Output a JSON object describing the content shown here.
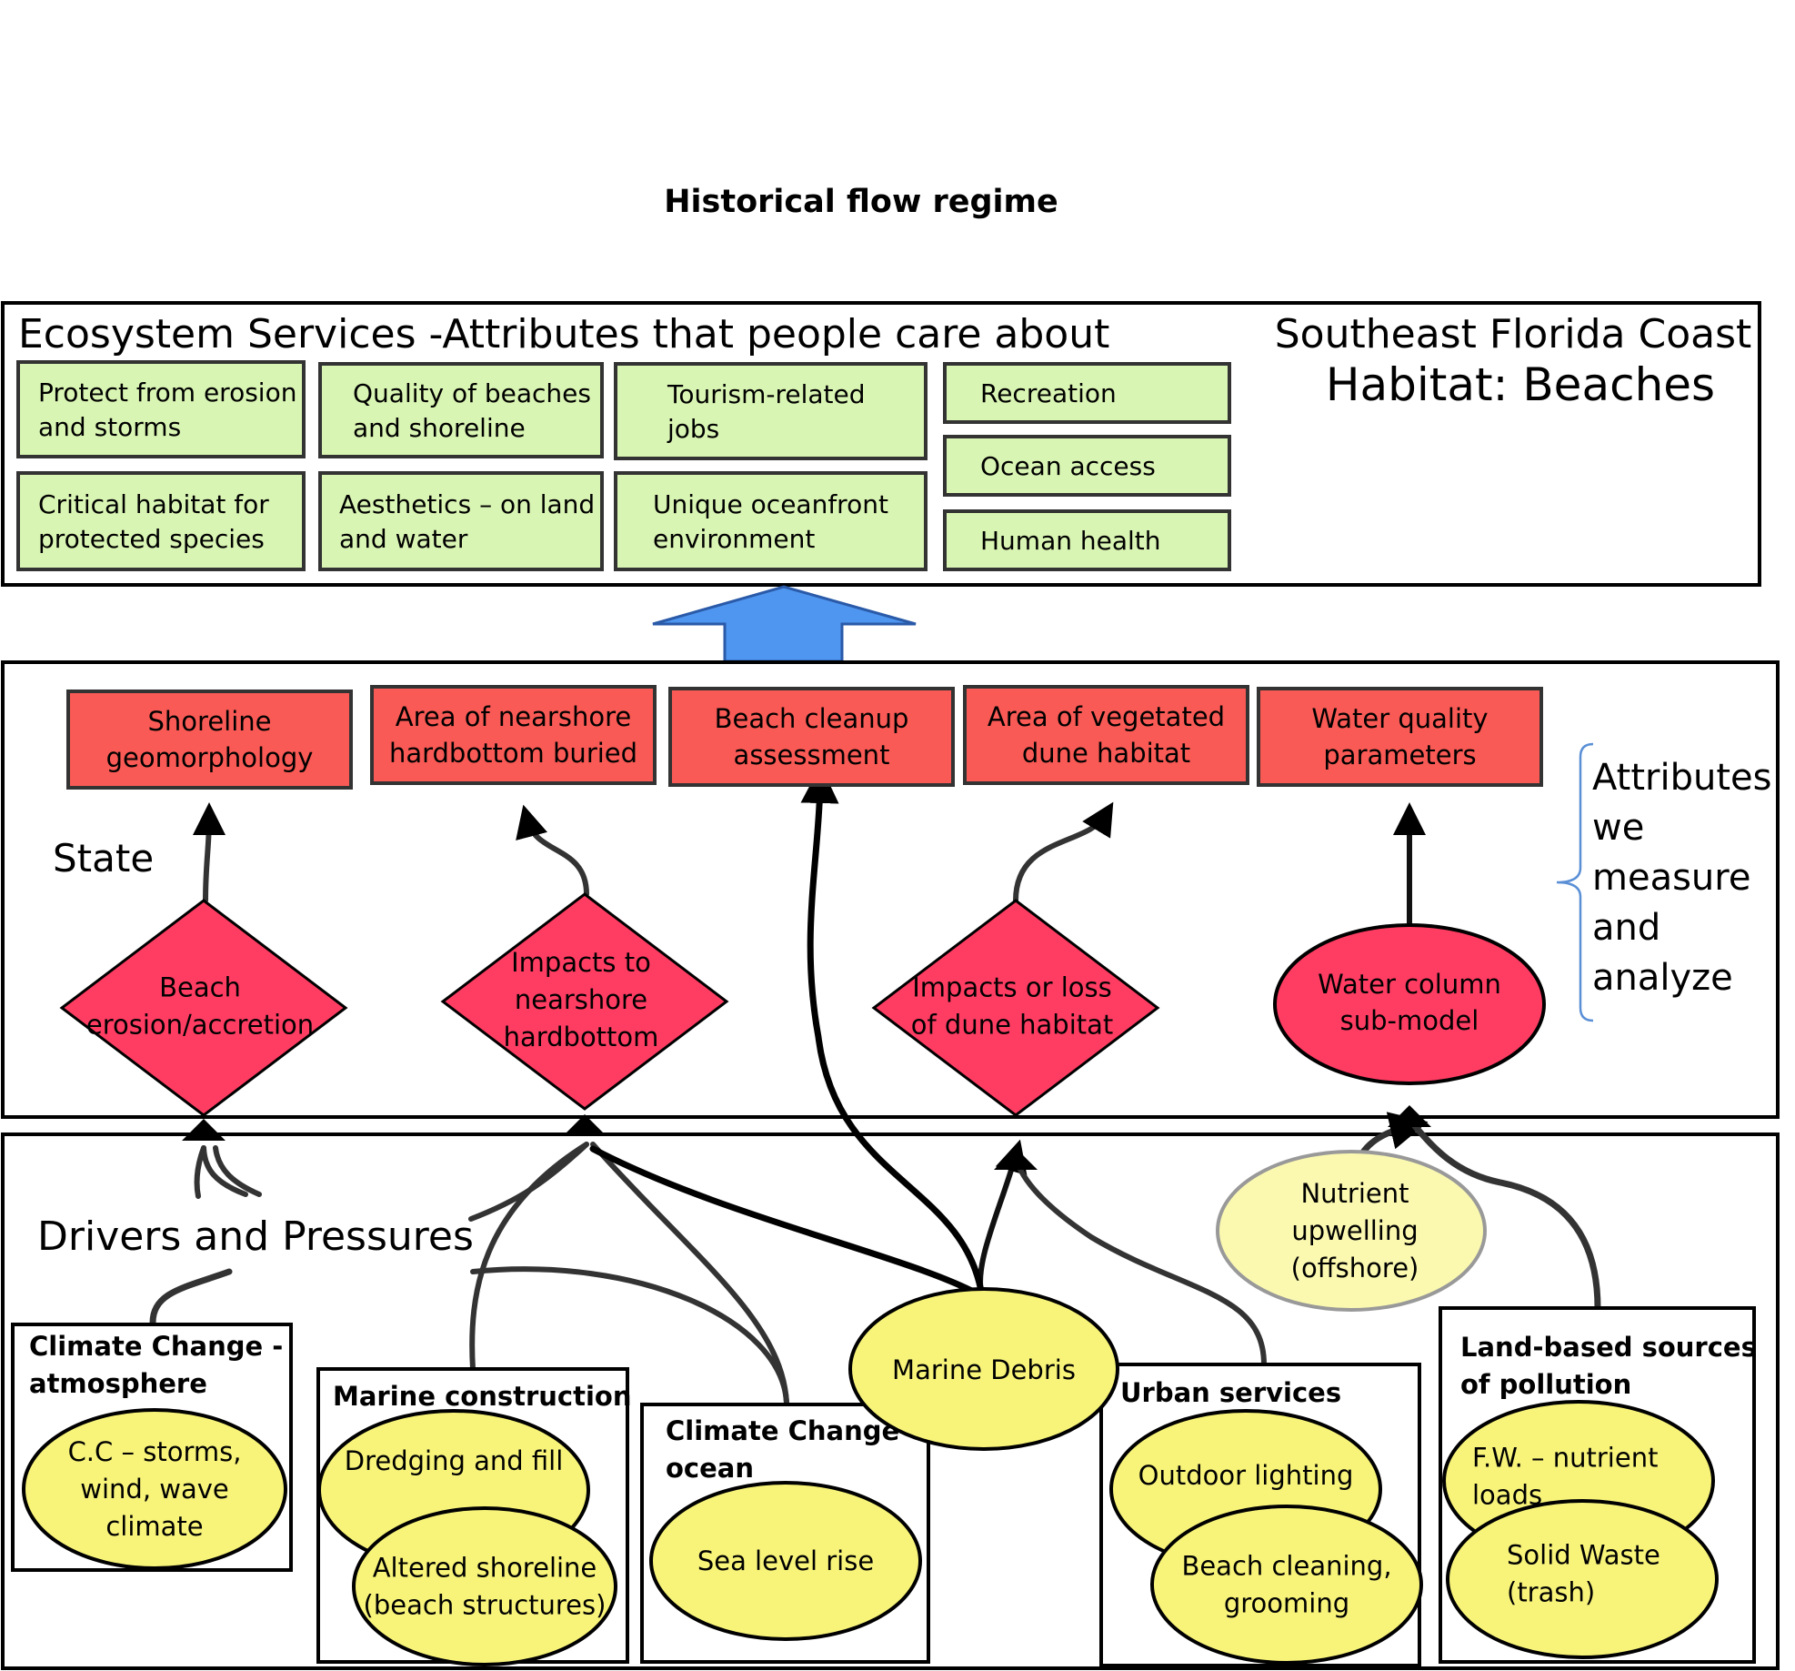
{
  "title": "Historical flow regime",
  "ecosystem": {
    "heading": "Ecosystem Services -Attributes that people care about",
    "region": "Southeast Florida Coast",
    "habitat": "Habitat: Beaches",
    "services": [
      [
        "Protect from erosion",
        "and storms"
      ],
      [
        "Quality of beaches",
        "and shoreline"
      ],
      [
        "Tourism-related",
        "jobs"
      ],
      [
        "Recreation"
      ],
      [
        "Critical habitat for",
        "protected species"
      ],
      [
        "Aesthetics – on land",
        "and water"
      ],
      [
        "Unique oceanfront",
        "environment"
      ],
      [
        "Ocean access"
      ],
      [
        "Human health"
      ]
    ]
  },
  "state": {
    "label": "State",
    "attributes": [
      [
        "Shoreline",
        "geomorphology"
      ],
      [
        "Area of nearshore",
        "hardbottom  buried"
      ],
      [
        "Beach cleanup",
        "assessment"
      ],
      [
        "Area of vegetated",
        "dune habitat"
      ],
      [
        "Water quality",
        "parameters"
      ]
    ],
    "nodes": [
      [
        "Beach",
        "erosion/accretion"
      ],
      [
        "Impacts to",
        "nearshore",
        "hardbottom"
      ],
      [
        "Impacts or loss",
        "of dune habitat"
      ],
      [
        "Water column",
        "sub-model"
      ]
    ],
    "side_note": [
      "Attributes",
      "we",
      "measure",
      "and",
      "analyze"
    ]
  },
  "drivers": {
    "label": "Drivers and Pressures",
    "groups": [
      {
        "heading": [
          "Climate Change -",
          "atmosphere"
        ],
        "pressures": [
          [
            "C.C – storms,",
            "wind, wave",
            "climate"
          ]
        ]
      },
      {
        "heading": [
          "Marine construction"
        ],
        "pressures": [
          [
            "Dredging and fill"
          ],
          [
            "Altered shoreline",
            "(beach structures)"
          ]
        ]
      },
      {
        "heading": [
          "Climate Change -",
          "ocean"
        ],
        "pressures": [
          [
            "Sea level rise"
          ]
        ]
      },
      {
        "heading": [
          "Urban services"
        ],
        "pressures": [
          [
            "Outdoor lighting"
          ],
          [
            "Beach cleaning,",
            "grooming"
          ]
        ]
      },
      {
        "heading": [
          "Land-based sources",
          "of pollution"
        ],
        "pressures": [
          [
            "F.W. – nutrient",
            "loads"
          ],
          [
            "Solid Waste",
            "(trash)"
          ]
        ]
      }
    ],
    "standalone": [
      [
        "Marine Debris"
      ],
      [
        "Nutrient",
        "upwelling",
        "(offshore)"
      ]
    ]
  },
  "colors": {
    "service_fill": "#d9f5b3",
    "attribute_fill": "#f95a55",
    "node_fill": "#ff3d63",
    "pressure_fill": "#f8f47a",
    "upwelling_fill": "#fbf9b0",
    "arrow_blue": "#4f96f0",
    "bracket": "#5a8fd6"
  }
}
